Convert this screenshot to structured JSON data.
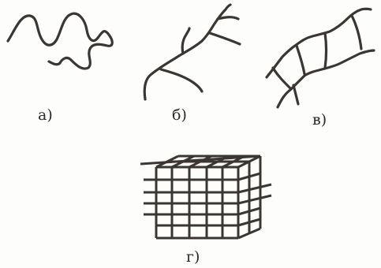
{
  "figure": {
    "captions": {
      "a": "а)",
      "b": "б)",
      "v": "в)",
      "g": "г)"
    },
    "panels": [
      {
        "id": "a",
        "structure_type": "linear"
      },
      {
        "id": "b",
        "structure_type": "branched"
      },
      {
        "id": "v",
        "structure_type": "cross-linked"
      },
      {
        "id": "g",
        "structure_type": "spatial-network"
      }
    ],
    "colors": {
      "ink": "#3a3633",
      "background": "#fdfdfb"
    }
  }
}
